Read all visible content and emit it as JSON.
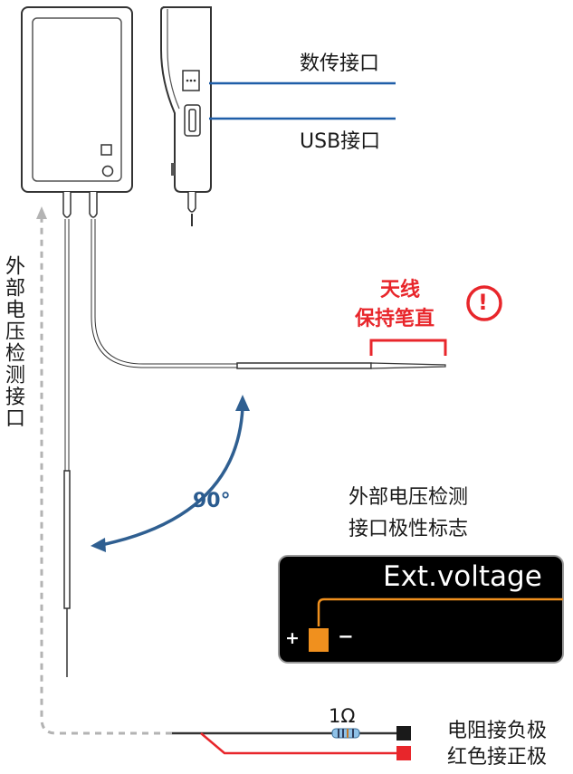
{
  "labels": {
    "data_port": "数传接口",
    "usb_port": "USB接口",
    "antenna_line1": "天线",
    "antenna_line2": "保持笔直",
    "ext_voltage_port": "外部电压检测接口",
    "angle": "90°",
    "polarity_title_line1": "外部电压检测",
    "polarity_title_line2": "接口极性标志",
    "resistor_value": "1Ω",
    "resistor_negative": "电阻接负极",
    "red_positive": "红色接正极",
    "warning_symbol": "!"
  },
  "panel": {
    "label": "Ext.voltage",
    "plus": "+",
    "minus": "−"
  },
  "colors": {
    "line_blue": "#1f5ea8",
    "arrow_blue": "#2f5f91",
    "alert_red": "#e8262b",
    "panel_orange": "#f0901e",
    "panel_black": "#000000",
    "dashed_gray": "#b3b3b3"
  }
}
